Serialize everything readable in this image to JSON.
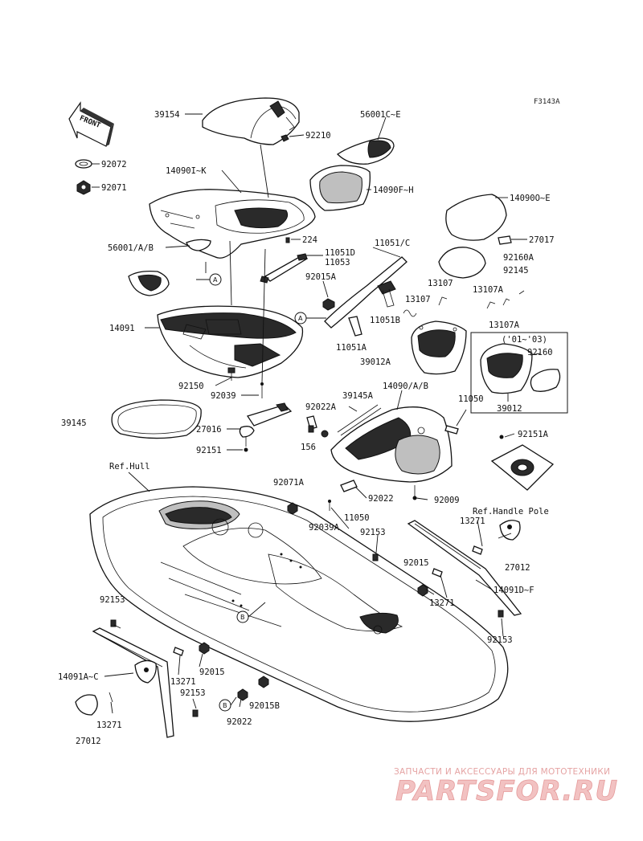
{
  "figure_code": "F3143A",
  "front_label": "FRONT",
  "callouts": {
    "A": "A",
    "B": "B"
  },
  "detail_box_label": "('01~'03)",
  "labels": [
    {
      "id": "p39154",
      "text": "39154"
    },
    {
      "id": "p56001ce",
      "text": "56001C~E"
    },
    {
      "id": "p92210",
      "text": "92210"
    },
    {
      "id": "p92072",
      "text": "92072"
    },
    {
      "id": "p92071",
      "text": "92071"
    },
    {
      "id": "p14090ik",
      "text": "14090I~K"
    },
    {
      "id": "p14090fh",
      "text": "14090F~H"
    },
    {
      "id": "p14090e",
      "text": "14090O~E"
    },
    {
      "id": "p27017",
      "text": "27017"
    },
    {
      "id": "p56001ab",
      "text": "56001/A/B"
    },
    {
      "id": "p224",
      "text": "224"
    },
    {
      "id": "p11051d",
      "text": "11051D"
    },
    {
      "id": "p11053",
      "text": "11053"
    },
    {
      "id": "p11051c",
      "text": "11051/C"
    },
    {
      "id": "p92160a",
      "text": "92160A"
    },
    {
      "id": "p92145",
      "text": "92145"
    },
    {
      "id": "p92015a",
      "text": "92015A"
    },
    {
      "id": "p13107a",
      "text": "13107"
    },
    {
      "id": "p13107b",
      "text": "13107"
    },
    {
      "id": "p13107c",
      "text": "13107A"
    },
    {
      "id": "p13107d",
      "text": "13107A"
    },
    {
      "id": "p14091",
      "text": "14091"
    },
    {
      "id": "p11051b",
      "text": "11051B"
    },
    {
      "id": "p11051a",
      "text": "11051A"
    },
    {
      "id": "p39012a",
      "text": "39012A"
    },
    {
      "id": "p92160",
      "text": "92160"
    },
    {
      "id": "p92150",
      "text": "92150"
    },
    {
      "id": "p92039",
      "text": "92039"
    },
    {
      "id": "p14090ab",
      "text": "14090/A/B"
    },
    {
      "id": "p39145a",
      "text": "39145A"
    },
    {
      "id": "p11050a",
      "text": "11050"
    },
    {
      "id": "p39012",
      "text": "39012"
    },
    {
      "id": "p39145",
      "text": "39145"
    },
    {
      "id": "p92022a",
      "text": "92022A"
    },
    {
      "id": "p27016",
      "text": "27016"
    },
    {
      "id": "p156",
      "text": "156"
    },
    {
      "id": "p92151",
      "text": "92151"
    },
    {
      "id": "p92151a",
      "text": "92151A"
    },
    {
      "id": "prefhull",
      "text": "Ref.Hull"
    },
    {
      "id": "p92071a",
      "text": "92071A"
    },
    {
      "id": "p92022b",
      "text": "92022"
    },
    {
      "id": "p92009",
      "text": "92009"
    },
    {
      "id": "p11050b",
      "text": "11050"
    },
    {
      "id": "p92039a",
      "text": "92039A"
    },
    {
      "id": "prefpole",
      "text": "Ref.Handle Pole"
    },
    {
      "id": "p13271a",
      "text": "13271"
    },
    {
      "id": "p92153a",
      "text": "92153"
    },
    {
      "id": "p27012a",
      "text": "27012"
    },
    {
      "id": "p92015b",
      "text": "92015"
    },
    {
      "id": "p14091df",
      "text": "14091D~F"
    },
    {
      "id": "p13271b",
      "text": "13271"
    },
    {
      "id": "p92153b",
      "text": "92153"
    },
    {
      "id": "p92153c",
      "text": "92153"
    },
    {
      "id": "p92015c",
      "text": "92015"
    },
    {
      "id": "p14091ac",
      "text": "14091A~C"
    },
    {
      "id": "p13271c",
      "text": "13271"
    },
    {
      "id": "p92153d",
      "text": "92153"
    },
    {
      "id": "p92015bb",
      "text": "92015B"
    },
    {
      "id": "p13271d",
      "text": "13271"
    },
    {
      "id": "p92022c",
      "text": "92022"
    },
    {
      "id": "p27012b",
      "text": "27012"
    }
  ],
  "watermark": {
    "tagline": "ЗАПЧАСТИ И АКСЕССУАРЫ ДЛЯ МОТОТЕХНИКИ",
    "brand": "PARTSFOR.RU"
  }
}
